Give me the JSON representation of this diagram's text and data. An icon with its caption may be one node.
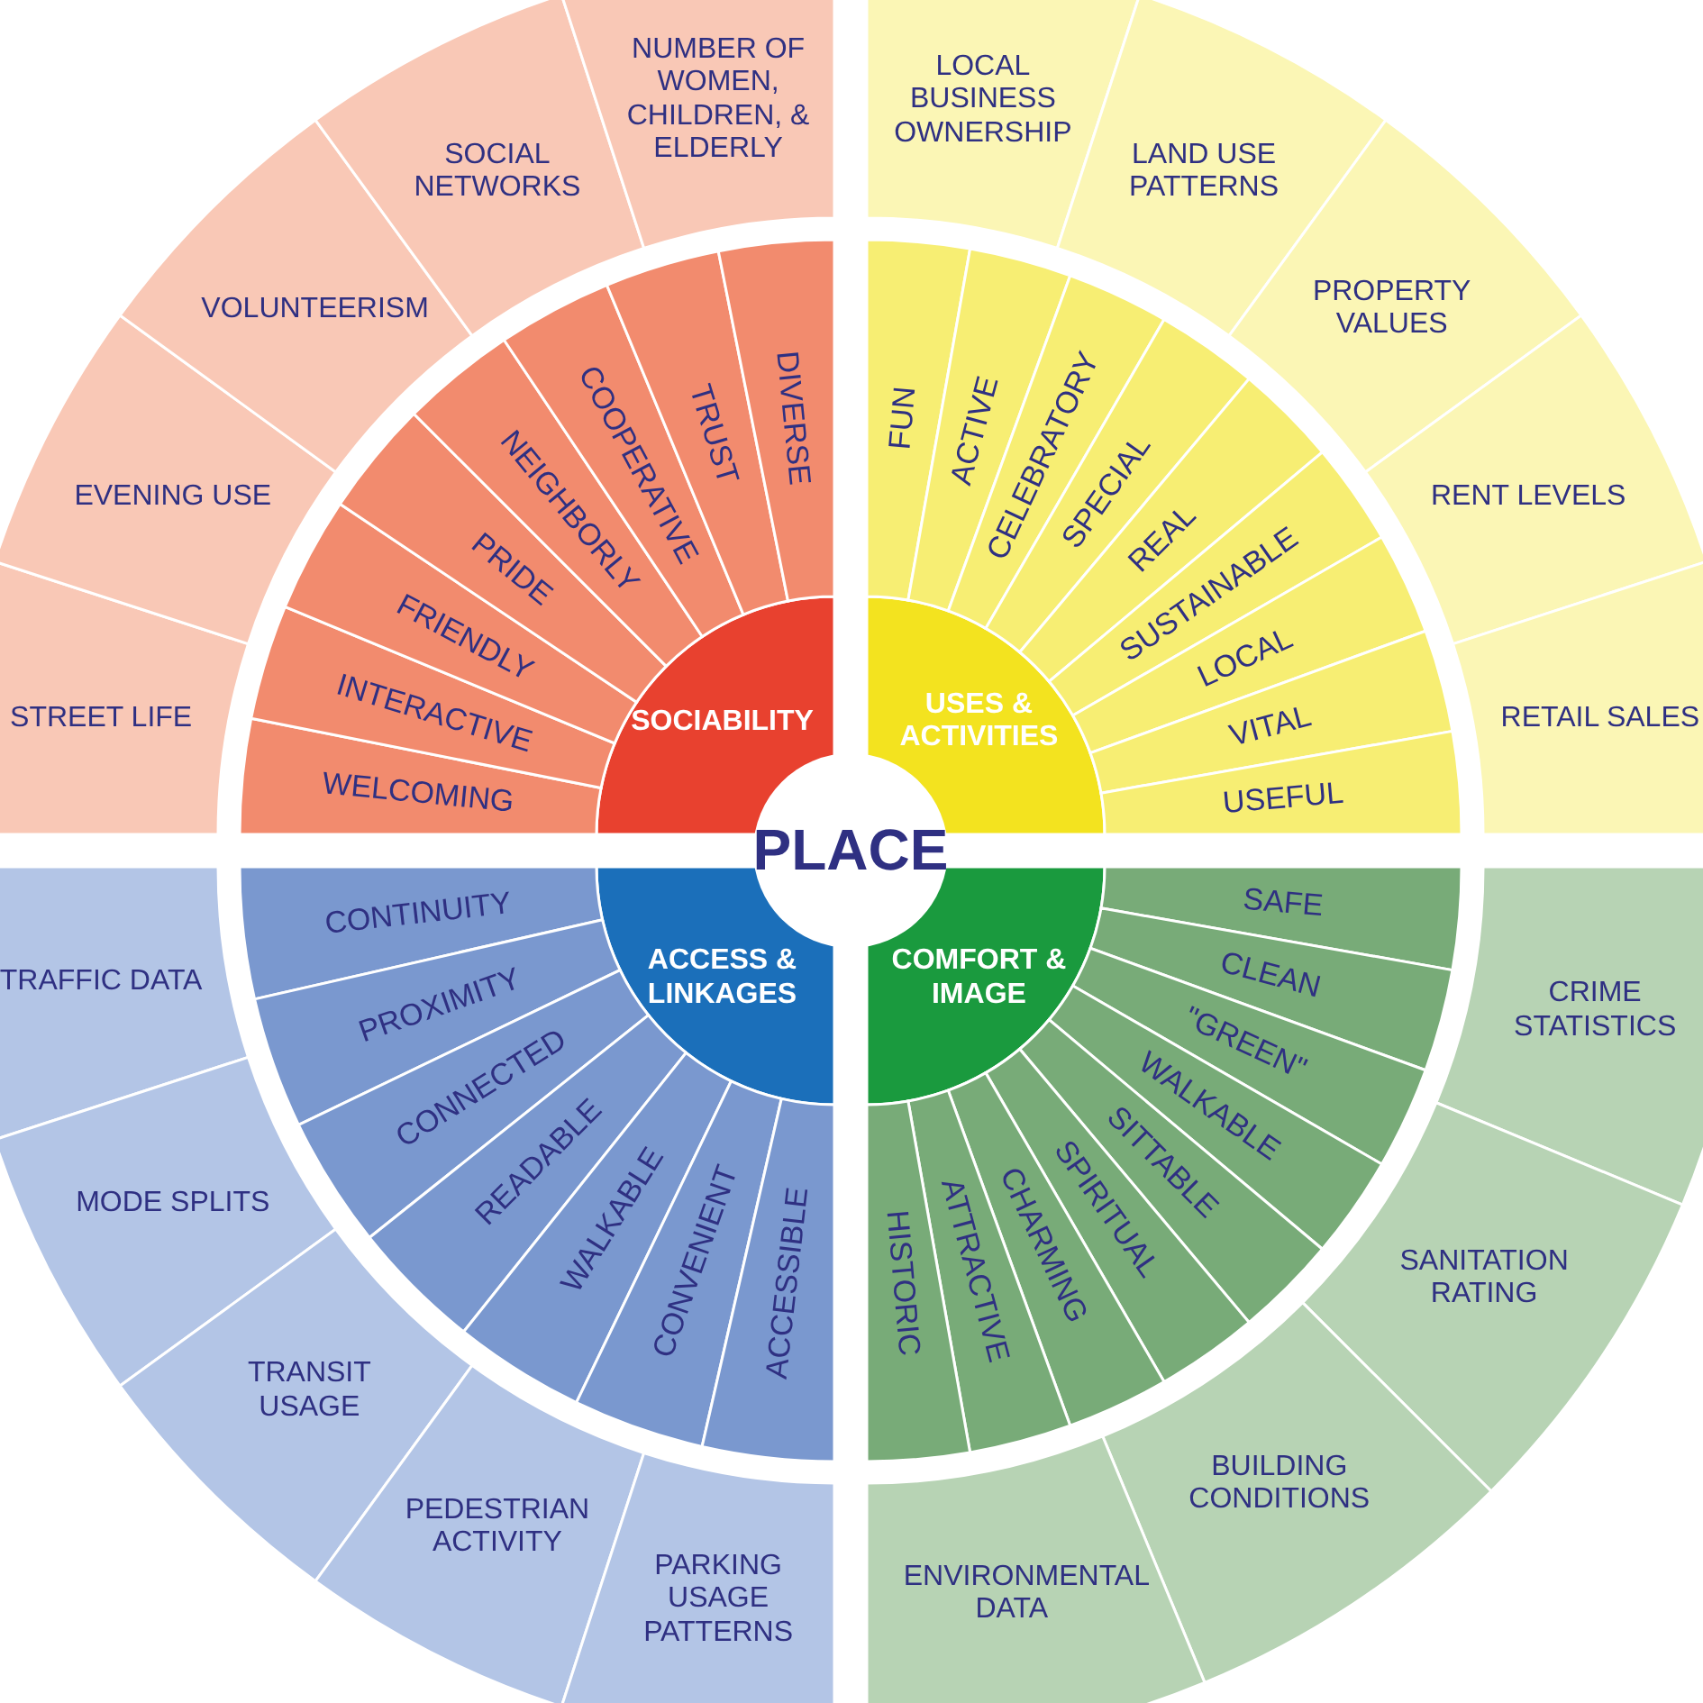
{
  "diagram": {
    "nodes": [
      {
        "text": [
          "PLACE"
        ]
      },
      {
        "text": [
          "SOCIABILITY"
        ]
      },
      {
        "text": [
          "WELCOMING"
        ]
      },
      {
        "text": [
          "INTERACTIVE"
        ]
      },
      {
        "text": [
          "FRIENDLY"
        ]
      },
      {
        "text": [
          "PRIDE"
        ]
      },
      {
        "text": [
          "NEIGHBORLY"
        ]
      },
      {
        "text": [
          "COOPERATIVE"
        ]
      },
      {
        "text": [
          "TRUST"
        ]
      },
      {
        "text": [
          "DIVERSE"
        ]
      },
      {
        "text": [
          "STREET LIFE"
        ]
      },
      {
        "text": [
          "EVENING USE"
        ]
      },
      {
        "text": [
          "VOLUNTEERISM"
        ]
      },
      {
        "text": [
          "SOCIAL NETWORKS"
        ]
      },
      {
        "text": [
          "NUMBER OF WOMEN, CHILDREN, & ELDERLY"
        ]
      },
      {
        "text": [
          "USES & ACTIVITIES"
        ]
      },
      {
        "text": [
          "FUN"
        ]
      },
      {
        "text": [
          "ACTIVE"
        ]
      },
      {
        "text": [
          "CELEBRATORY"
        ]
      },
      {
        "text": [
          "SPECIAL"
        ]
      },
      {
        "text": [
          "REAL"
        ]
      },
      {
        "text": [
          "SUSTAINABLE"
        ]
      },
      {
        "text": [
          "LOCAL"
        ]
      },
      {
        "text": [
          "VITAL"
        ]
      },
      {
        "text": [
          "USEFUL"
        ]
      },
      {
        "text": [
          "LOCAL BUSINESS OWNERSHIP"
        ]
      },
      {
        "text": [
          "LAND USE PATTERNS"
        ]
      },
      {
        "text": [
          "PROPERTY VALUES"
        ]
      },
      {
        "text": [
          "RENT LEVELS"
        ]
      },
      {
        "text": [
          "RETAIL SALES"
        ]
      },
      {
        "text": [
          "COMFORT & IMAGE"
        ]
      },
      {
        "text": [
          "SAFE"
        ]
      },
      {
        "text": [
          "CLEAN"
        ]
      },
      {
        "text": [
          "\"GREEN\""
        ]
      },
      {
        "text": [
          "WALKABLE"
        ]
      },
      {
        "text": [
          "SITTABLE"
        ]
      },
      {
        "text": [
          "SPIRITUAL"
        ]
      },
      {
        "text": [
          "CHARMING"
        ]
      },
      {
        "text": [
          "ATTRACTIVE"
        ]
      },
      {
        "text": [
          "HISTORIC"
        ]
      },
      {
        "text": [
          "CRIME STATISTICS"
        ]
      },
      {
        "text": [
          "SANITATION RATING"
        ]
      },
      {
        "text": [
          "BUILDING CONDITIONS"
        ]
      },
      {
        "text": [
          "ENVIRONMENTAL DATA"
        ]
      },
      {
        "text": [
          "ACCESS & LINKAGES"
        ]
      },
      {
        "text": [
          "CONTINUITY"
        ]
      },
      {
        "text": [
          "PROXIMITY"
        ]
      },
      {
        "text": [
          "CONNECTED"
        ]
      },
      {
        "text": [
          "READABLE"
        ]
      },
      {
        "text": [
          "WALKABLE"
        ]
      },
      {
        "text": [
          "CONVENIENT"
        ]
      },
      {
        "text": [
          "ACCESSIBLE"
        ]
      },
      {
        "text": [
          "TRAFFIC DATA"
        ]
      },
      {
        "text": [
          "MODE SPLITS"
        ]
      },
      {
        "text": [
          "TRANSIT USAGE"
        ]
      },
      {
        "text": [
          "PEDESTRIAN ACTIVITY"
        ]
      },
      {
        "text": [
          "PARKING USAGE PATTERNS"
        ]
      }
    ]
  }
}
